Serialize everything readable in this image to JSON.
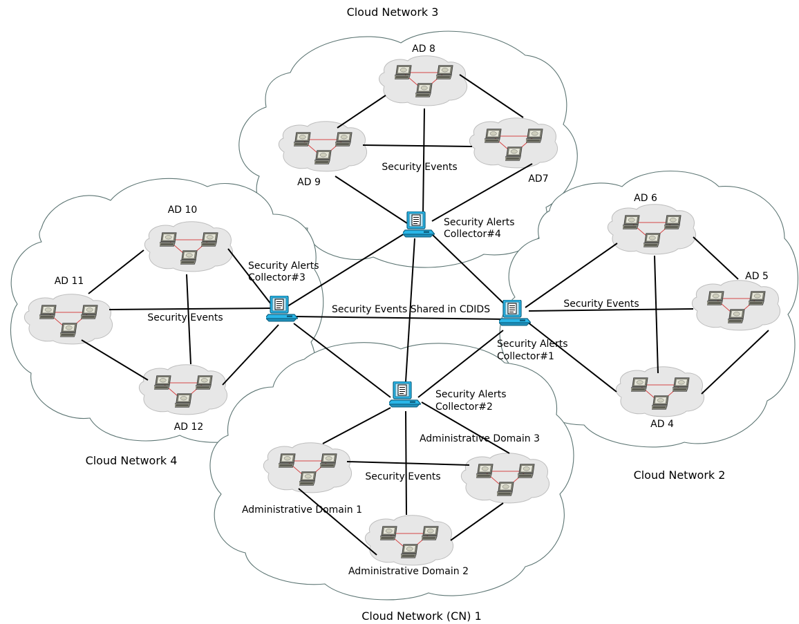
{
  "cloud_networks": {
    "cn1": "Cloud Network (CN) 1",
    "cn2": "Cloud Network 2",
    "cn3": "Cloud Network 3",
    "cn4": "Cloud Network 4"
  },
  "domains": {
    "ad1": "Administrative Domain 1",
    "ad2": "Administrative Domain 2",
    "ad3": "Administrative Domain 3",
    "ad4": "AD 4",
    "ad5": "AD 5",
    "ad6": "AD 6",
    "ad7": "AD7",
    "ad8": "AD 8",
    "ad9": "AD 9",
    "ad10": "AD 10",
    "ad11": "AD 11",
    "ad12": "AD 12"
  },
  "collectors": {
    "c1": [
      "Security Alerts",
      "Collector#1"
    ],
    "c2": [
      "Security Alerts",
      "Collector#2"
    ],
    "c3": [
      "Security Alerts",
      "Collector#3"
    ],
    "c4": [
      "Security Alerts",
      "Collector#4"
    ]
  },
  "edge_labels": {
    "events_cn1": "Security Events",
    "events_cn2": "Security Events",
    "events_cn3": "Security Events",
    "events_cn4": "Security Events",
    "shared": "Security Events Shared in CDIDS"
  },
  "colors": {
    "collector_blue": "#29b6e8",
    "cloud_stroke": "#5b7472",
    "domain_link": "#d64545"
  }
}
